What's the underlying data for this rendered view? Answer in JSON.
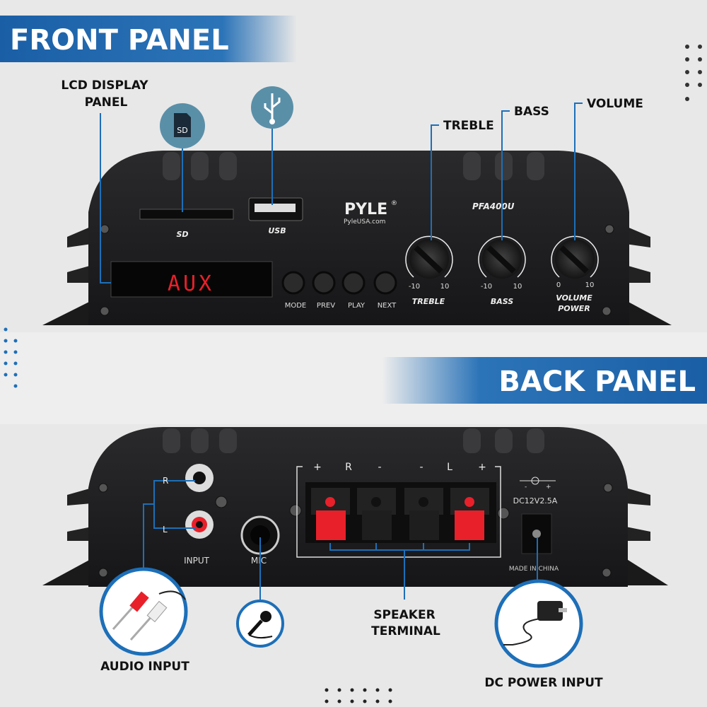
{
  "front": {
    "banner": "FRONT PANEL",
    "callouts": {
      "lcd_line1": "LCD DISPLAY",
      "lcd_line2": "PANEL",
      "treble": "TREBLE",
      "bass": "BASS",
      "volume": "VOLUME",
      "sd_icon": "SD"
    },
    "device": {
      "sd_label": "SD",
      "usb_label": "USB",
      "brand": "PYLE",
      "brand_mark": "®",
      "website": "PyleUSA.com",
      "model": "PFA400U",
      "display_text": "AUX",
      "buttons": [
        "MODE",
        "PREV",
        "PLAY",
        "NEXT"
      ],
      "knobs": [
        {
          "name": "TREBLE",
          "min": "-10",
          "max": "10"
        },
        {
          "name": "BASS",
          "min": "-10",
          "max": "10"
        },
        {
          "name": "VOLUME",
          "name2": "POWER",
          "min": "0",
          "max": "10"
        }
      ]
    }
  },
  "back": {
    "banner": "BACK PANEL",
    "callouts": {
      "audio_input": "AUDIO INPUT",
      "speaker_line1": "SPEAKER",
      "speaker_line2": "TERMINAL",
      "dc_power": "DC POWER INPUT"
    },
    "device": {
      "rca_r": "R",
      "rca_l": "L",
      "input_label": "INPUT",
      "mic_label": "MIC",
      "terminal_marks": [
        "+",
        "R",
        "-",
        "-",
        "L",
        "+"
      ],
      "dc_rating": "DC12V2.5A",
      "dc_minus": "-",
      "dc_plus": "+",
      "made_in": "MADE IN CHINA"
    }
  },
  "colors": {
    "accent": "#1d6fb8",
    "device": "#1c1c1e",
    "red": "#e8202a"
  }
}
